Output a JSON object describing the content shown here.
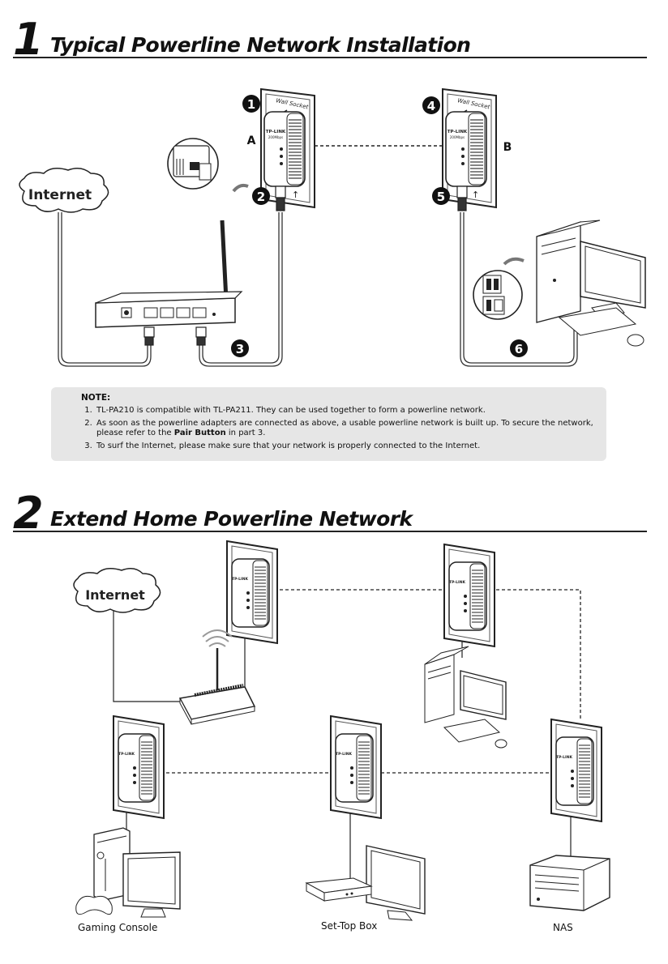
{
  "section1": {
    "number": "1",
    "title": "Typical Powerline Network Installation",
    "internet_label": "Internet",
    "wall_socket_label": "Wall Socket",
    "adapter_brand": "TP-LINK",
    "adapter_model": "200Mbps",
    "adapter_a_label": "A",
    "adapter_b_label": "B",
    "steps": [
      "1",
      "2",
      "3",
      "4",
      "5",
      "6"
    ]
  },
  "note": {
    "title": "NOTE:",
    "item1": "TL-PA210 is compatible with TL-PA211. They can be used together to form a powerline network.",
    "item2_prefix": "As soon as the powerline adapters are connected as above, a usable powerline network is built up. To secure the network, please refer to the ",
    "item2_bold": "Pair Button",
    "item2_suffix": " in part 3.",
    "item3": "To surf the Internet, please make sure that your network is properly connected to the Internet."
  },
  "section2": {
    "number": "2",
    "title": "Extend Home Powerline Network",
    "internet_label": "Internet",
    "adapter_brand": "TP-LINK",
    "devices": [
      "Gaming Console",
      "Set-Top Box",
      "NAS"
    ]
  }
}
